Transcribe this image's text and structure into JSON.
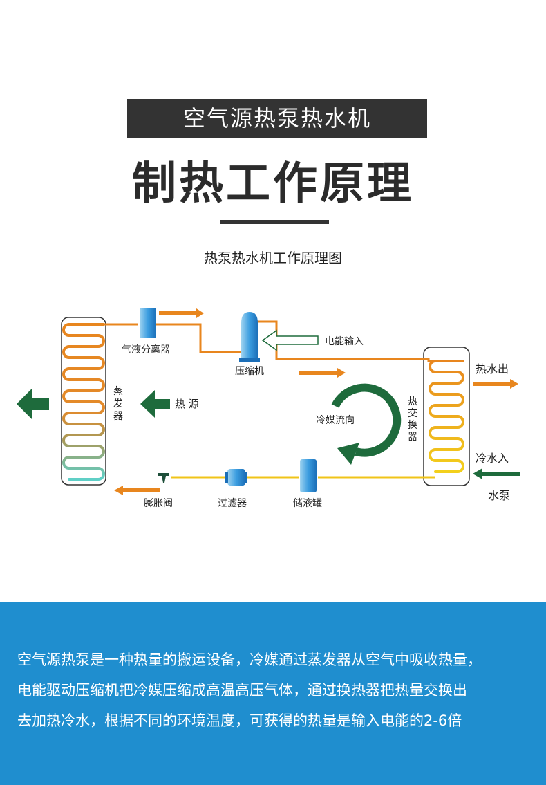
{
  "header": {
    "banner_title": "空气源热泵热水机",
    "main_title": "制热工作原理",
    "diagram_title": "热泵热水机工作原理图"
  },
  "diagram": {
    "labels": {
      "separator": "气液分离器",
      "power_input": "电能输入",
      "compressor": "压缩机",
      "hot_water_out": "热水出",
      "evaporator": [
        "蒸",
        "发",
        "器"
      ],
      "heat_source": "热 源",
      "refrigerant_flow": "冷媒流向",
      "heat_exchanger": [
        "热",
        "交",
        "换",
        "器"
      ],
      "cold_water_in": "冷水入",
      "expansion_valve": "膨胀阀",
      "filter": "过滤器",
      "receiver": "储液罐",
      "water_pump": "水泵"
    },
    "colors": {
      "arrow_orange": "#e8861e",
      "arrow_green": "#1e6b3c",
      "hot_pipe": "#e8861e",
      "liquid_pipe": "#f0c419",
      "cold_pipe": "#44d8d0",
      "component_blue": "#3a9bd8",
      "outline": "#333333"
    }
  },
  "description": {
    "lines": [
      "空气源热泵是一种热量的搬运设备，冷媒通过蒸发器从空气中吸收热量，",
      "电能驱动压缩机把冷媒压缩成高温高压气体，通过换热器把热量交换出",
      "去加热冷水，根据不同的环境温度，可获得的热量是输入电能的2-6倍"
    ]
  }
}
